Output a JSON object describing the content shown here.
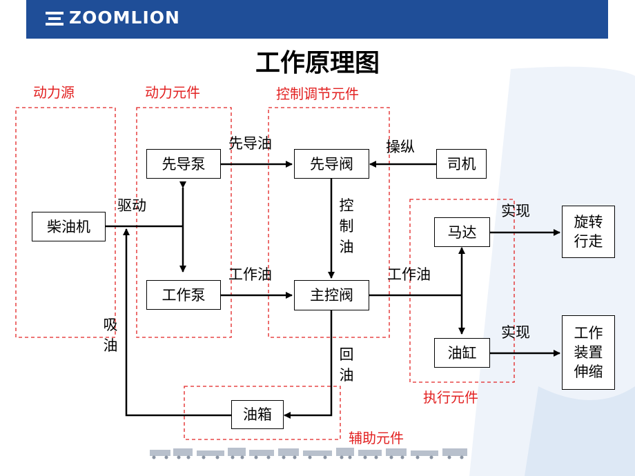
{
  "header": {
    "brand": "ZOOMLION"
  },
  "title": "工作原理图",
  "groups": {
    "power_source": "动力源",
    "power_components": "动力元件",
    "control_components": "控制调节元件",
    "actuator_components": "执行元件",
    "auxiliary_components": "辅助元件"
  },
  "nodes": {
    "diesel_engine": "柴油机",
    "pilot_pump": "先导泵",
    "work_pump": "工作泵",
    "pilot_valve": "先导阀",
    "main_valve": "主控阀",
    "driver": "司机",
    "motor": "马达",
    "cylinder": "油缸",
    "rotate_travel": "旋转\n行走",
    "work_device": "工作\n装置\n伸缩",
    "oil_tank": "油箱"
  },
  "edges": {
    "drive": "驱动",
    "pilot_oil": "先导油",
    "operate": "操纵",
    "control_oil": "控\n制\n油",
    "work_oil_1": "工作油",
    "work_oil_2": "工作油",
    "realize_1": "实现",
    "realize_2": "实现",
    "suction_oil": "吸\n油",
    "return_oil": "回\n油"
  },
  "colors": {
    "header": "#1f4e98",
    "group_border": "#e22020",
    "line": "#000000"
  }
}
